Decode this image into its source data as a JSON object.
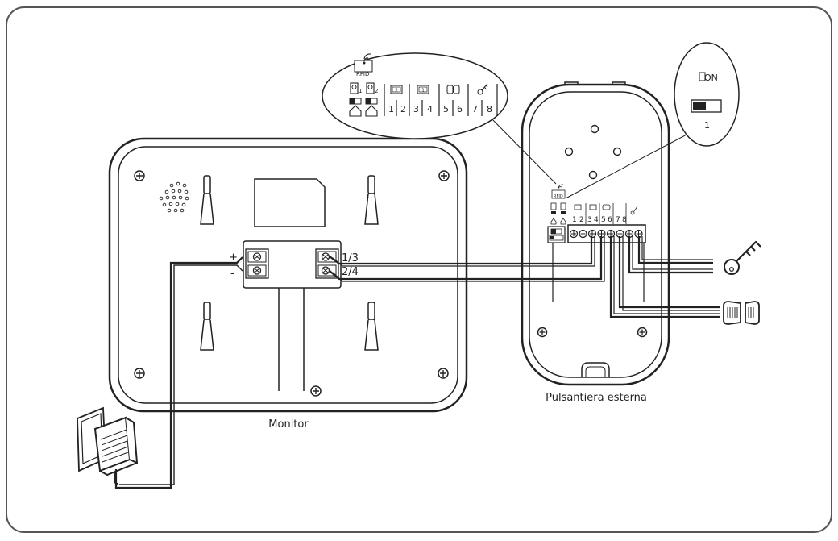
{
  "labels": {
    "monitor": "Monitor",
    "outdoor_panel": "Pulsantiera esterna",
    "monitor_terminal_plus": "+",
    "monitor_terminal_minus": "-",
    "monitor_terminal_a": "1/3",
    "monitor_terminal_b": "2/4",
    "switch_on": "ON",
    "switch_number": "1",
    "rfid": "RFID"
  },
  "terminal_numbers": [
    "1",
    "2",
    "3",
    "4",
    "5",
    "6",
    "7",
    "8"
  ],
  "badge_numbers": [
    "1",
    "2"
  ],
  "screen_icons": [
    "2",
    "1"
  ],
  "icons": [
    "key-icon",
    "gate-icon",
    "power-adapter-icon",
    "rfid-icon",
    "camera-icon",
    "home-icon",
    "screw-icon"
  ],
  "colors": {
    "line": "#222222",
    "frame": "#555555",
    "background": "#ffffff"
  }
}
